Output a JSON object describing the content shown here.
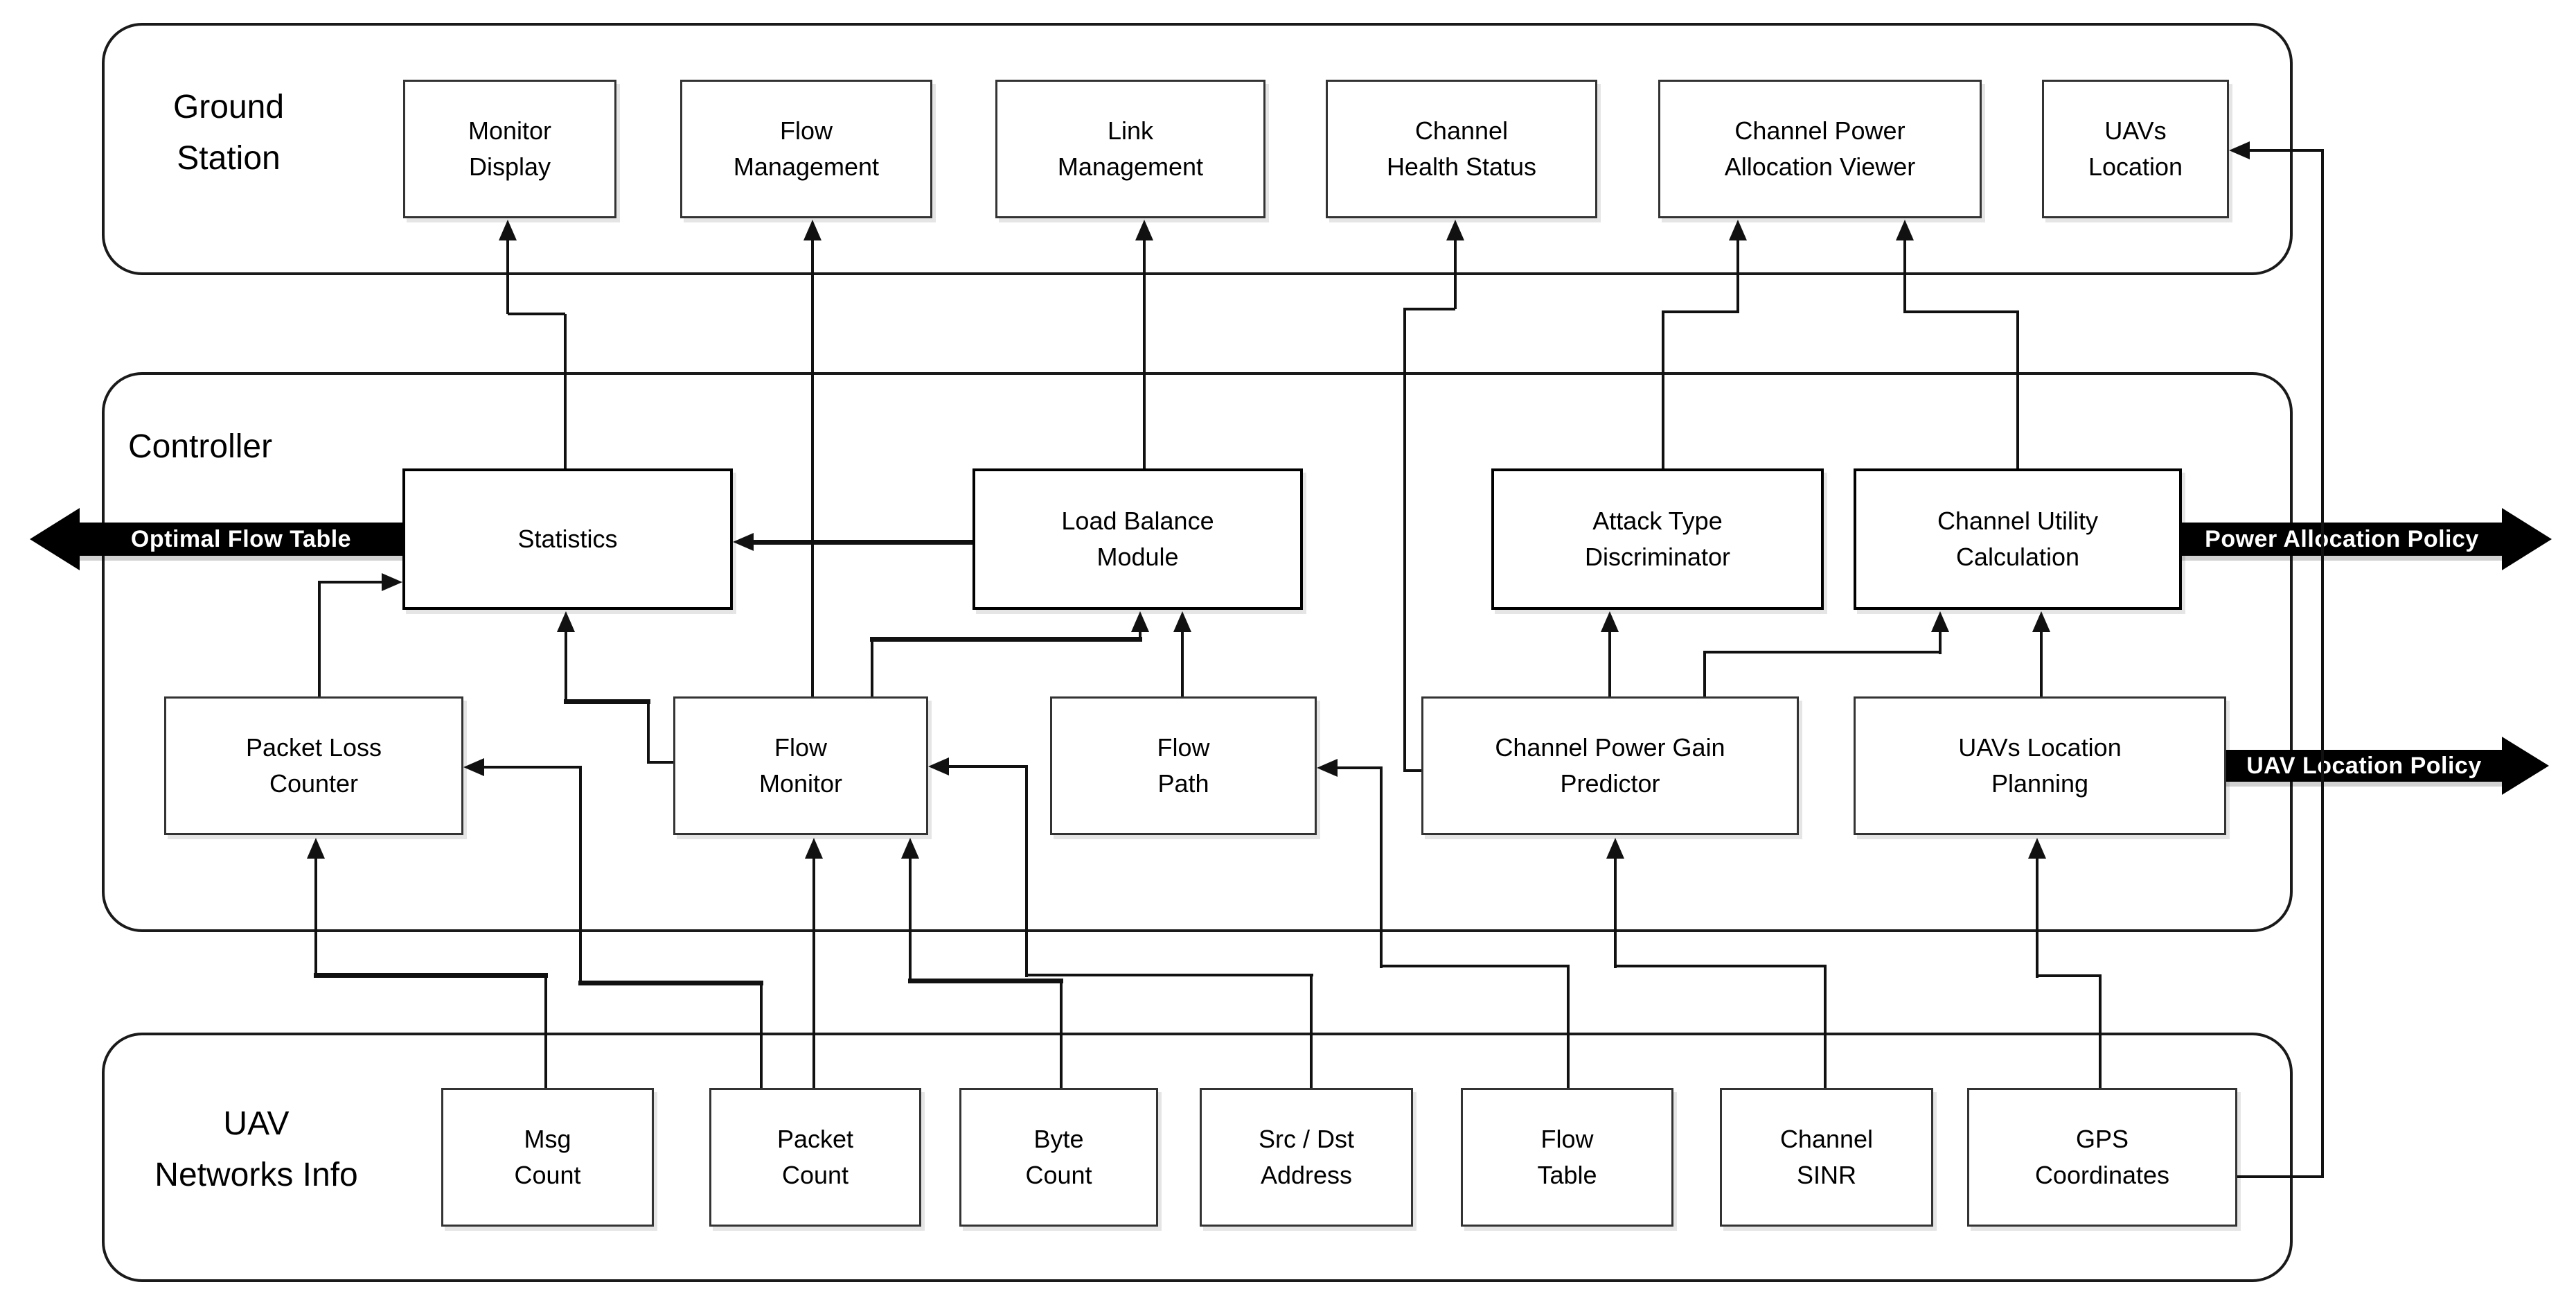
{
  "colors": {
    "background": "#ffffff",
    "line": "#111111",
    "box_border": "#333333",
    "banner_bg": "#000000",
    "banner_text": "#ffffff"
  },
  "sections": {
    "ground_station": {
      "label": "Ground\nStation"
    },
    "controller": {
      "label": "Controller"
    },
    "uav_networks_info": {
      "label": "UAV\nNetworks Info"
    }
  },
  "boxes": {
    "monitor_display": {
      "label": "Monitor\nDisplay"
    },
    "flow_management": {
      "label": "Flow\nManagement"
    },
    "link_management": {
      "label": "Link\nManagement"
    },
    "channel_health_status": {
      "label": "Channel\nHealth Status"
    },
    "channel_power_allocation_viewer": {
      "label": "Channel Power\nAllocation Viewer"
    },
    "uavs_location": {
      "label": "UAVs\nLocation"
    },
    "statistics": {
      "label": "Statistics"
    },
    "load_balance_module": {
      "label": "Load Balance\nModule"
    },
    "attack_type_discriminator": {
      "label": "Attack Type\nDiscriminator"
    },
    "channel_utility_calculation": {
      "label": "Channel Utility\nCalculation"
    },
    "packet_loss_counter": {
      "label": "Packet Loss\nCounter"
    },
    "flow_monitor": {
      "label": "Flow\nMonitor"
    },
    "flow_path": {
      "label": "Flow\nPath"
    },
    "channel_power_gain_predictor": {
      "label": "Channel Power Gain\nPredictor"
    },
    "uavs_location_planning": {
      "label": "UAVs Location\nPlanning"
    },
    "msg_count": {
      "label": "Msg\nCount"
    },
    "packet_count": {
      "label": "Packet\nCount"
    },
    "byte_count": {
      "label": "Byte\nCount"
    },
    "src_dst_address": {
      "label": "Src / Dst\nAddress"
    },
    "flow_table": {
      "label": "Flow\nTable"
    },
    "channel_sinr": {
      "label": "Channel\nSINR"
    },
    "gps_coordinates": {
      "label": "GPS\nCoordinates"
    }
  },
  "banners": {
    "optimal_flow_table": {
      "label": "Optimal Flow Table",
      "direction": "left"
    },
    "power_allocation_policy": {
      "label": "Power Allocation Policy",
      "direction": "right"
    },
    "uav_location_policy": {
      "label": "UAV Location Policy",
      "direction": "right"
    }
  },
  "edges": [
    {
      "from": "Statistics",
      "to": "Monitor Display"
    },
    {
      "from": "Flow Monitor",
      "to": "Flow Management"
    },
    {
      "from": "Load Balance Module",
      "to": "Link Management"
    },
    {
      "from": "Channel Power Gain Predictor",
      "to": "Channel Health Status"
    },
    {
      "from": "Attack Type Discriminator",
      "to": "Channel Power Allocation Viewer"
    },
    {
      "from": "Channel Utility Calculation",
      "to": "Channel Power Allocation Viewer"
    },
    {
      "from": "GPS Coordinates",
      "to": "UAVs Location"
    },
    {
      "from": "Load Balance Module",
      "to": "Statistics"
    },
    {
      "from": "Packet Loss Counter",
      "to": "Statistics"
    },
    {
      "from": "Flow Monitor",
      "to": "Statistics"
    },
    {
      "from": "Flow Monitor",
      "to": "Load Balance Module"
    },
    {
      "from": "Flow Path",
      "to": "Load Balance Module"
    },
    {
      "from": "Channel Power Gain Predictor",
      "to": "Attack Type Discriminator"
    },
    {
      "from": "Channel Power Gain Predictor",
      "to": "Channel Utility Calculation"
    },
    {
      "from": "UAVs Location Planning",
      "to": "Channel Utility Calculation"
    },
    {
      "from": "Msg Count",
      "to": "Packet Loss Counter"
    },
    {
      "from": "Packet Count",
      "to": "Packet Loss Counter"
    },
    {
      "from": "Packet Count",
      "to": "Flow Monitor"
    },
    {
      "from": "Byte Count",
      "to": "Flow Monitor"
    },
    {
      "from": "Src / Dst Address",
      "to": "Flow Monitor"
    },
    {
      "from": "Flow Table",
      "to": "Flow Path"
    },
    {
      "from": "Channel SINR",
      "to": "Channel Power Gain Predictor"
    },
    {
      "from": "GPS Coordinates",
      "to": "UAVs Location Planning"
    }
  ]
}
